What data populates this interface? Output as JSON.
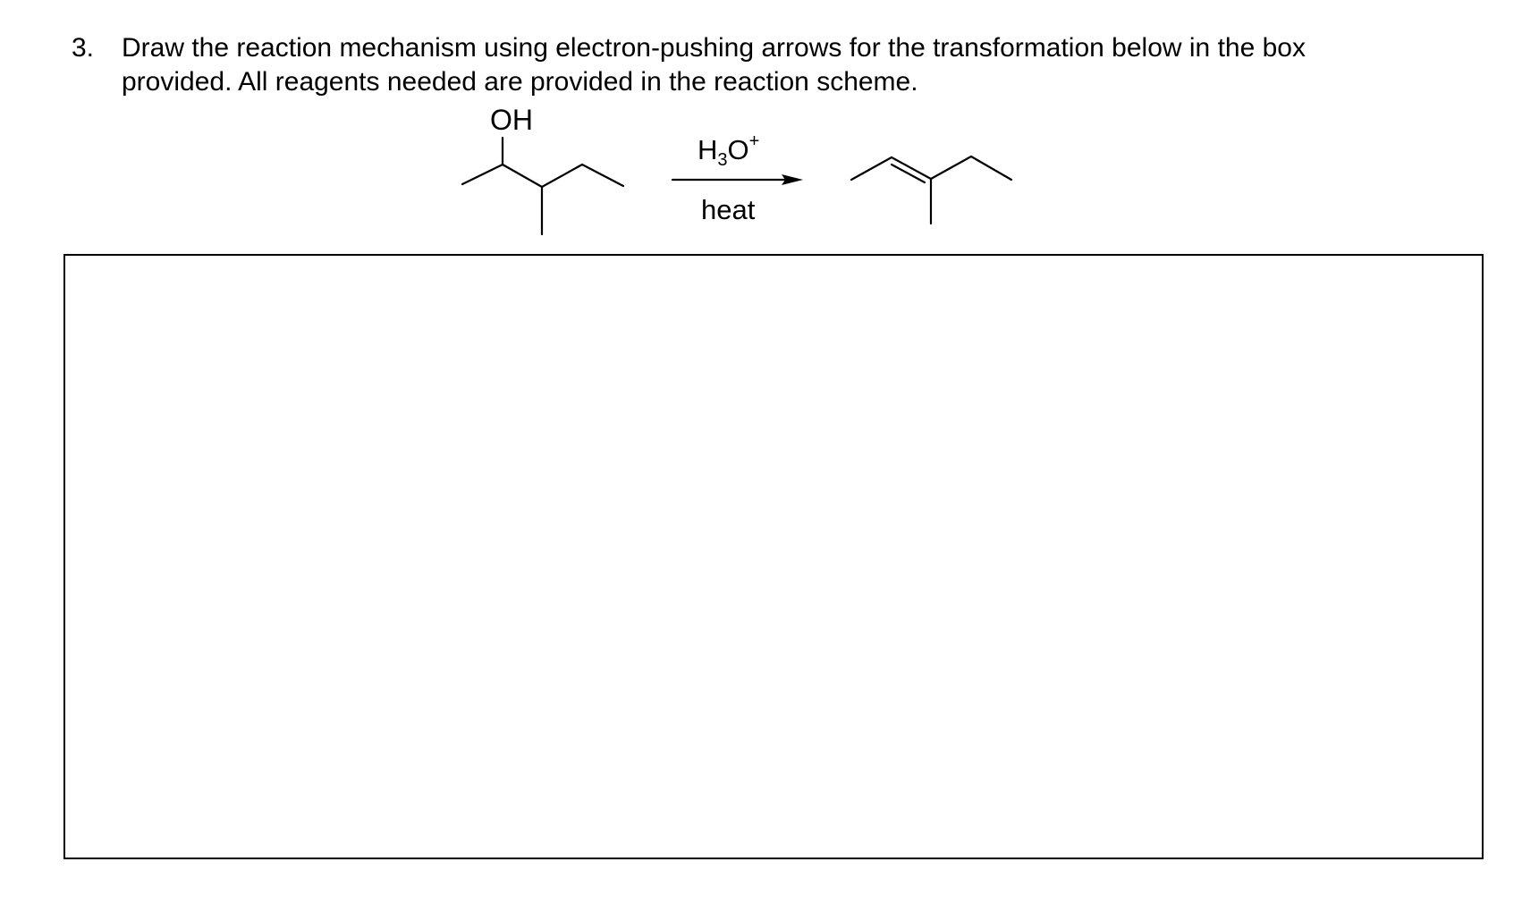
{
  "question": {
    "number": "3.",
    "line1": "Draw the reaction mechanism using electron-pushing arrows for the transformation below in the box",
    "line2": "provided. All reagents needed are provided in the reaction scheme."
  },
  "scheme": {
    "reactant_group_label": "OH",
    "reagent": {
      "prefix": "H",
      "subscript": "3",
      "element": "O",
      "superscript": "+"
    },
    "condition": "heat"
  }
}
